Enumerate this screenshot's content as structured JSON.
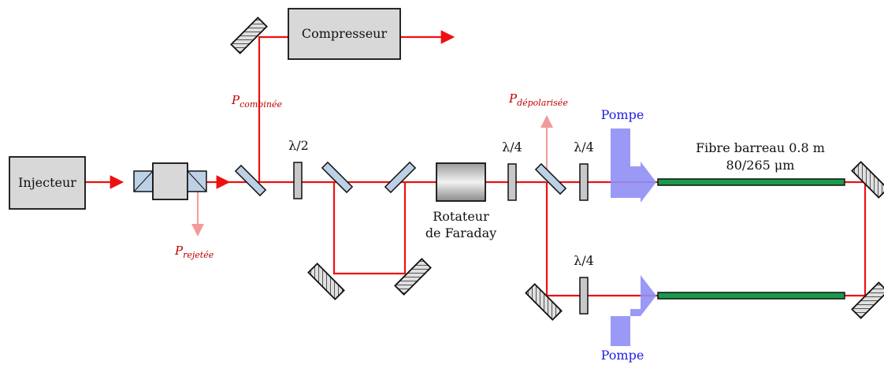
{
  "labels": {
    "injecteur": "Injecteur",
    "compresseur": "Compresseur",
    "half_wave": "λ/2",
    "quarter_wave_1": "λ/4",
    "quarter_wave_2": "λ/4",
    "quarter_wave_3": "λ/4",
    "rotateur_line1": "Rotateur",
    "rotateur_line2": "de Faraday",
    "fibre_line1": "Fibre barreau 0.8 m",
    "fibre_line2": "80/265 μm",
    "pompe_top": "Pompe",
    "pompe_bottom": "Pompe"
  },
  "powers": {
    "combinee": {
      "symbol": "P",
      "subscript": "combinée"
    },
    "rejetee": {
      "symbol": "P",
      "subscript": "rejetée"
    },
    "depolarisee": {
      "symbol": "P",
      "subscript": "dépolarisée"
    }
  },
  "colors": {
    "beam": "#ee1010",
    "rejected_beam": "#f39a9a",
    "pump": "#8f8ff5",
    "fiber": "#1a9a4a",
    "power_label": "#c00000",
    "pump_label": "#2020e0"
  }
}
